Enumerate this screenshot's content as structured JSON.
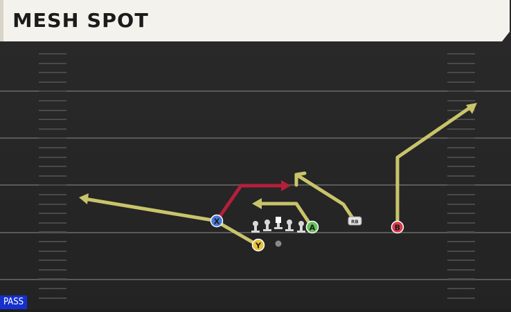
{
  "play": {
    "name": "MESH SPOT",
    "type_tag": "PASS"
  },
  "colors": {
    "route_default": "#c9c46a",
    "route_highlight": "#b51f3c",
    "field_line": "#5a5a5a",
    "receiver_X": "#4a79d8",
    "receiver_Y": "#e8c23a",
    "receiver_A": "#64c25a",
    "receiver_B": "#d83a4e",
    "pass_tag": "#1530cc"
  },
  "players": {
    "X": {
      "label": "X"
    },
    "Y": {
      "label": "Y"
    },
    "A": {
      "label": "A"
    },
    "B": {
      "label": "B"
    },
    "RB": {
      "label": "RB"
    }
  },
  "icons": [
    "offensive-lineman-icon",
    "quarterback-dot-icon",
    "running-back-badge-icon",
    "arrowhead-icon"
  ]
}
